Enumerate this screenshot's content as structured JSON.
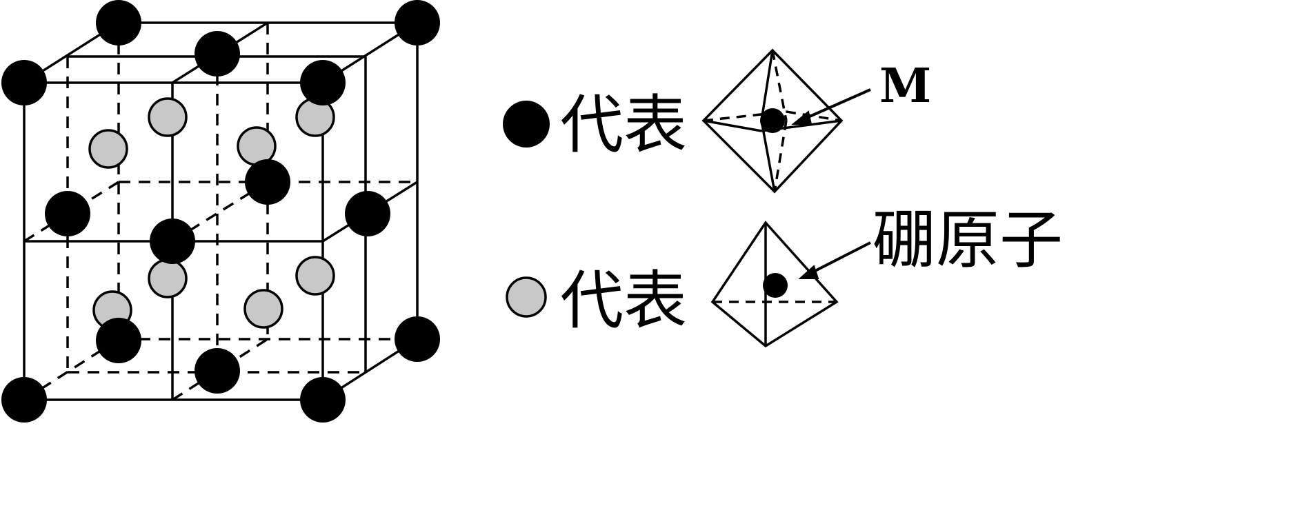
{
  "legend": {
    "black_atom_label": "代表",
    "gray_atom_label": "代表",
    "metal_label": "M",
    "boron_label": "硼原子"
  },
  "colors": {
    "line": "#000000",
    "black_atom": "#000000",
    "gray_atom": "#c8c8c8",
    "background": "#ffffff"
  }
}
